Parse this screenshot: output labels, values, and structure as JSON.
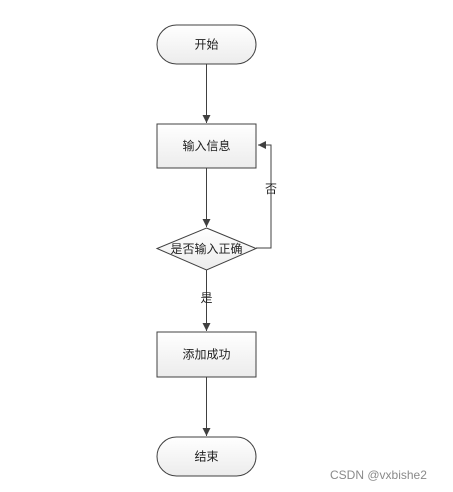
{
  "flowchart": {
    "nodes": {
      "start": {
        "label": "开始",
        "shape": "terminator"
      },
      "input": {
        "label": "输入信息",
        "shape": "process"
      },
      "check": {
        "label": "是否输入正确",
        "shape": "decision"
      },
      "add": {
        "label": "添加成功",
        "shape": "process"
      },
      "end": {
        "label": "结束",
        "shape": "terminator"
      }
    },
    "edges": {
      "no_label": "否",
      "yes_label": "是"
    }
  },
  "watermark": "CSDN @vxbishe2"
}
